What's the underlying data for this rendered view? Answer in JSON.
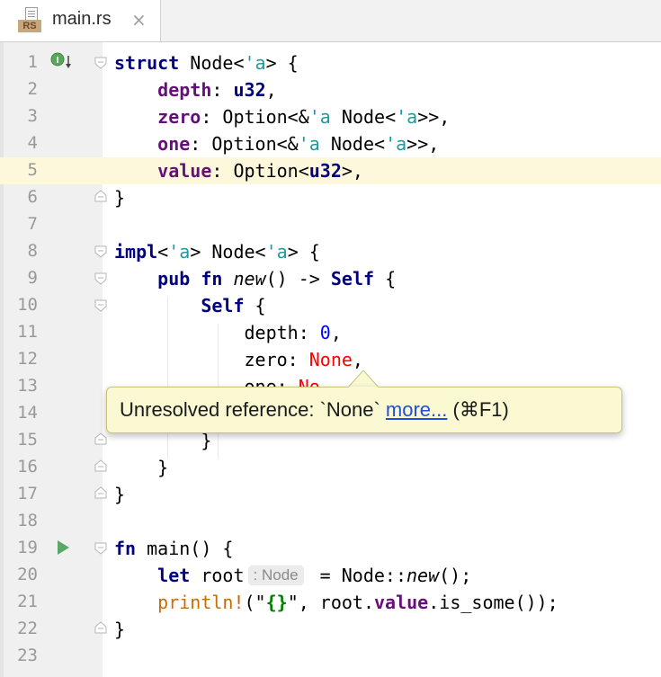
{
  "tab": {
    "file_type_badge": "RS",
    "file_name": "main.rs",
    "close_glyph": "×"
  },
  "editor": {
    "current_line": 5,
    "line_numbers": [
      "1",
      "2",
      "3",
      "4",
      "5",
      "6",
      "7",
      "8",
      "9",
      "10",
      "11",
      "12",
      "13",
      "14",
      "15",
      "16",
      "17",
      "18",
      "19",
      "20",
      "21",
      "22",
      "23"
    ]
  },
  "code": {
    "l1_kw": "struct",
    "l1_a": " Node<",
    "l1_lt": "'a",
    "l1_b": "> {",
    "l2_field": "depth",
    "l2_a": ": ",
    "l2_ty": "u32",
    "l2_b": ",",
    "l3_field": "zero",
    "l3_a": ": Option<&",
    "l3_lt": "'a",
    "l3_b": " Node<",
    "l3_lt2": "'a",
    "l3_c": ">>,",
    "l4_field": "one",
    "l4_a": ": Option<&",
    "l4_lt": "'a",
    "l4_b": " Node<",
    "l4_lt2": "'a",
    "l4_c": ">>,",
    "l5_field": "value",
    "l5_a": ": Option<",
    "l5_ty": "u32",
    "l5_b": ">,",
    "l6": "}",
    "l8_kw": "impl",
    "l8_a": "<",
    "l8_lt": "'a",
    "l8_b": "> Node<",
    "l8_lt2": "'a",
    "l8_c": "> {",
    "l9_kw1": "pub",
    "l9_kw2": "fn",
    "l9_fn": "new",
    "l9_a": "() -> ",
    "l9_kw3": "Self",
    "l9_b": " {",
    "l10_kw": "Self",
    "l10_a": " {",
    "l11_a": "depth: ",
    "l11_num": "0",
    "l11_b": ",",
    "l12_a": "zero: ",
    "l12_err": "None",
    "l12_b": ",",
    "l13_a": "one: ",
    "l13_err": "No",
    "l15": "}",
    "l16": "}",
    "l17": "}",
    "l19_kw": "fn",
    "l19_a": " main() {",
    "l20_kw": "let",
    "l20_a": " root",
    "l20_hint": ": Node",
    "l20_b": " = Node::",
    "l20_fn": "new",
    "l20_c": "();",
    "l21_mac": "println!",
    "l21_a": "(\"",
    "l21_str": "{}",
    "l21_b": "\", root.",
    "l21_field": "value",
    "l21_c": ".is_some());",
    "l22": "}"
  },
  "tooltip": {
    "message": "Unresolved reference: `None` ",
    "link": "more...",
    "shortcut": " (⌘F1)"
  },
  "gutter_icons": {
    "implemented_marker": "implemented-icon",
    "run_marker": "run-icon"
  },
  "colors": {
    "keyword": "#000080",
    "field": "#660e7a",
    "lifetime": "#20999d",
    "error": "#ff0000",
    "macro": "#c76d07",
    "string": "#008000",
    "current_line_bg": "#fdf8dc",
    "tooltip_bg": "#fbf9d2"
  }
}
